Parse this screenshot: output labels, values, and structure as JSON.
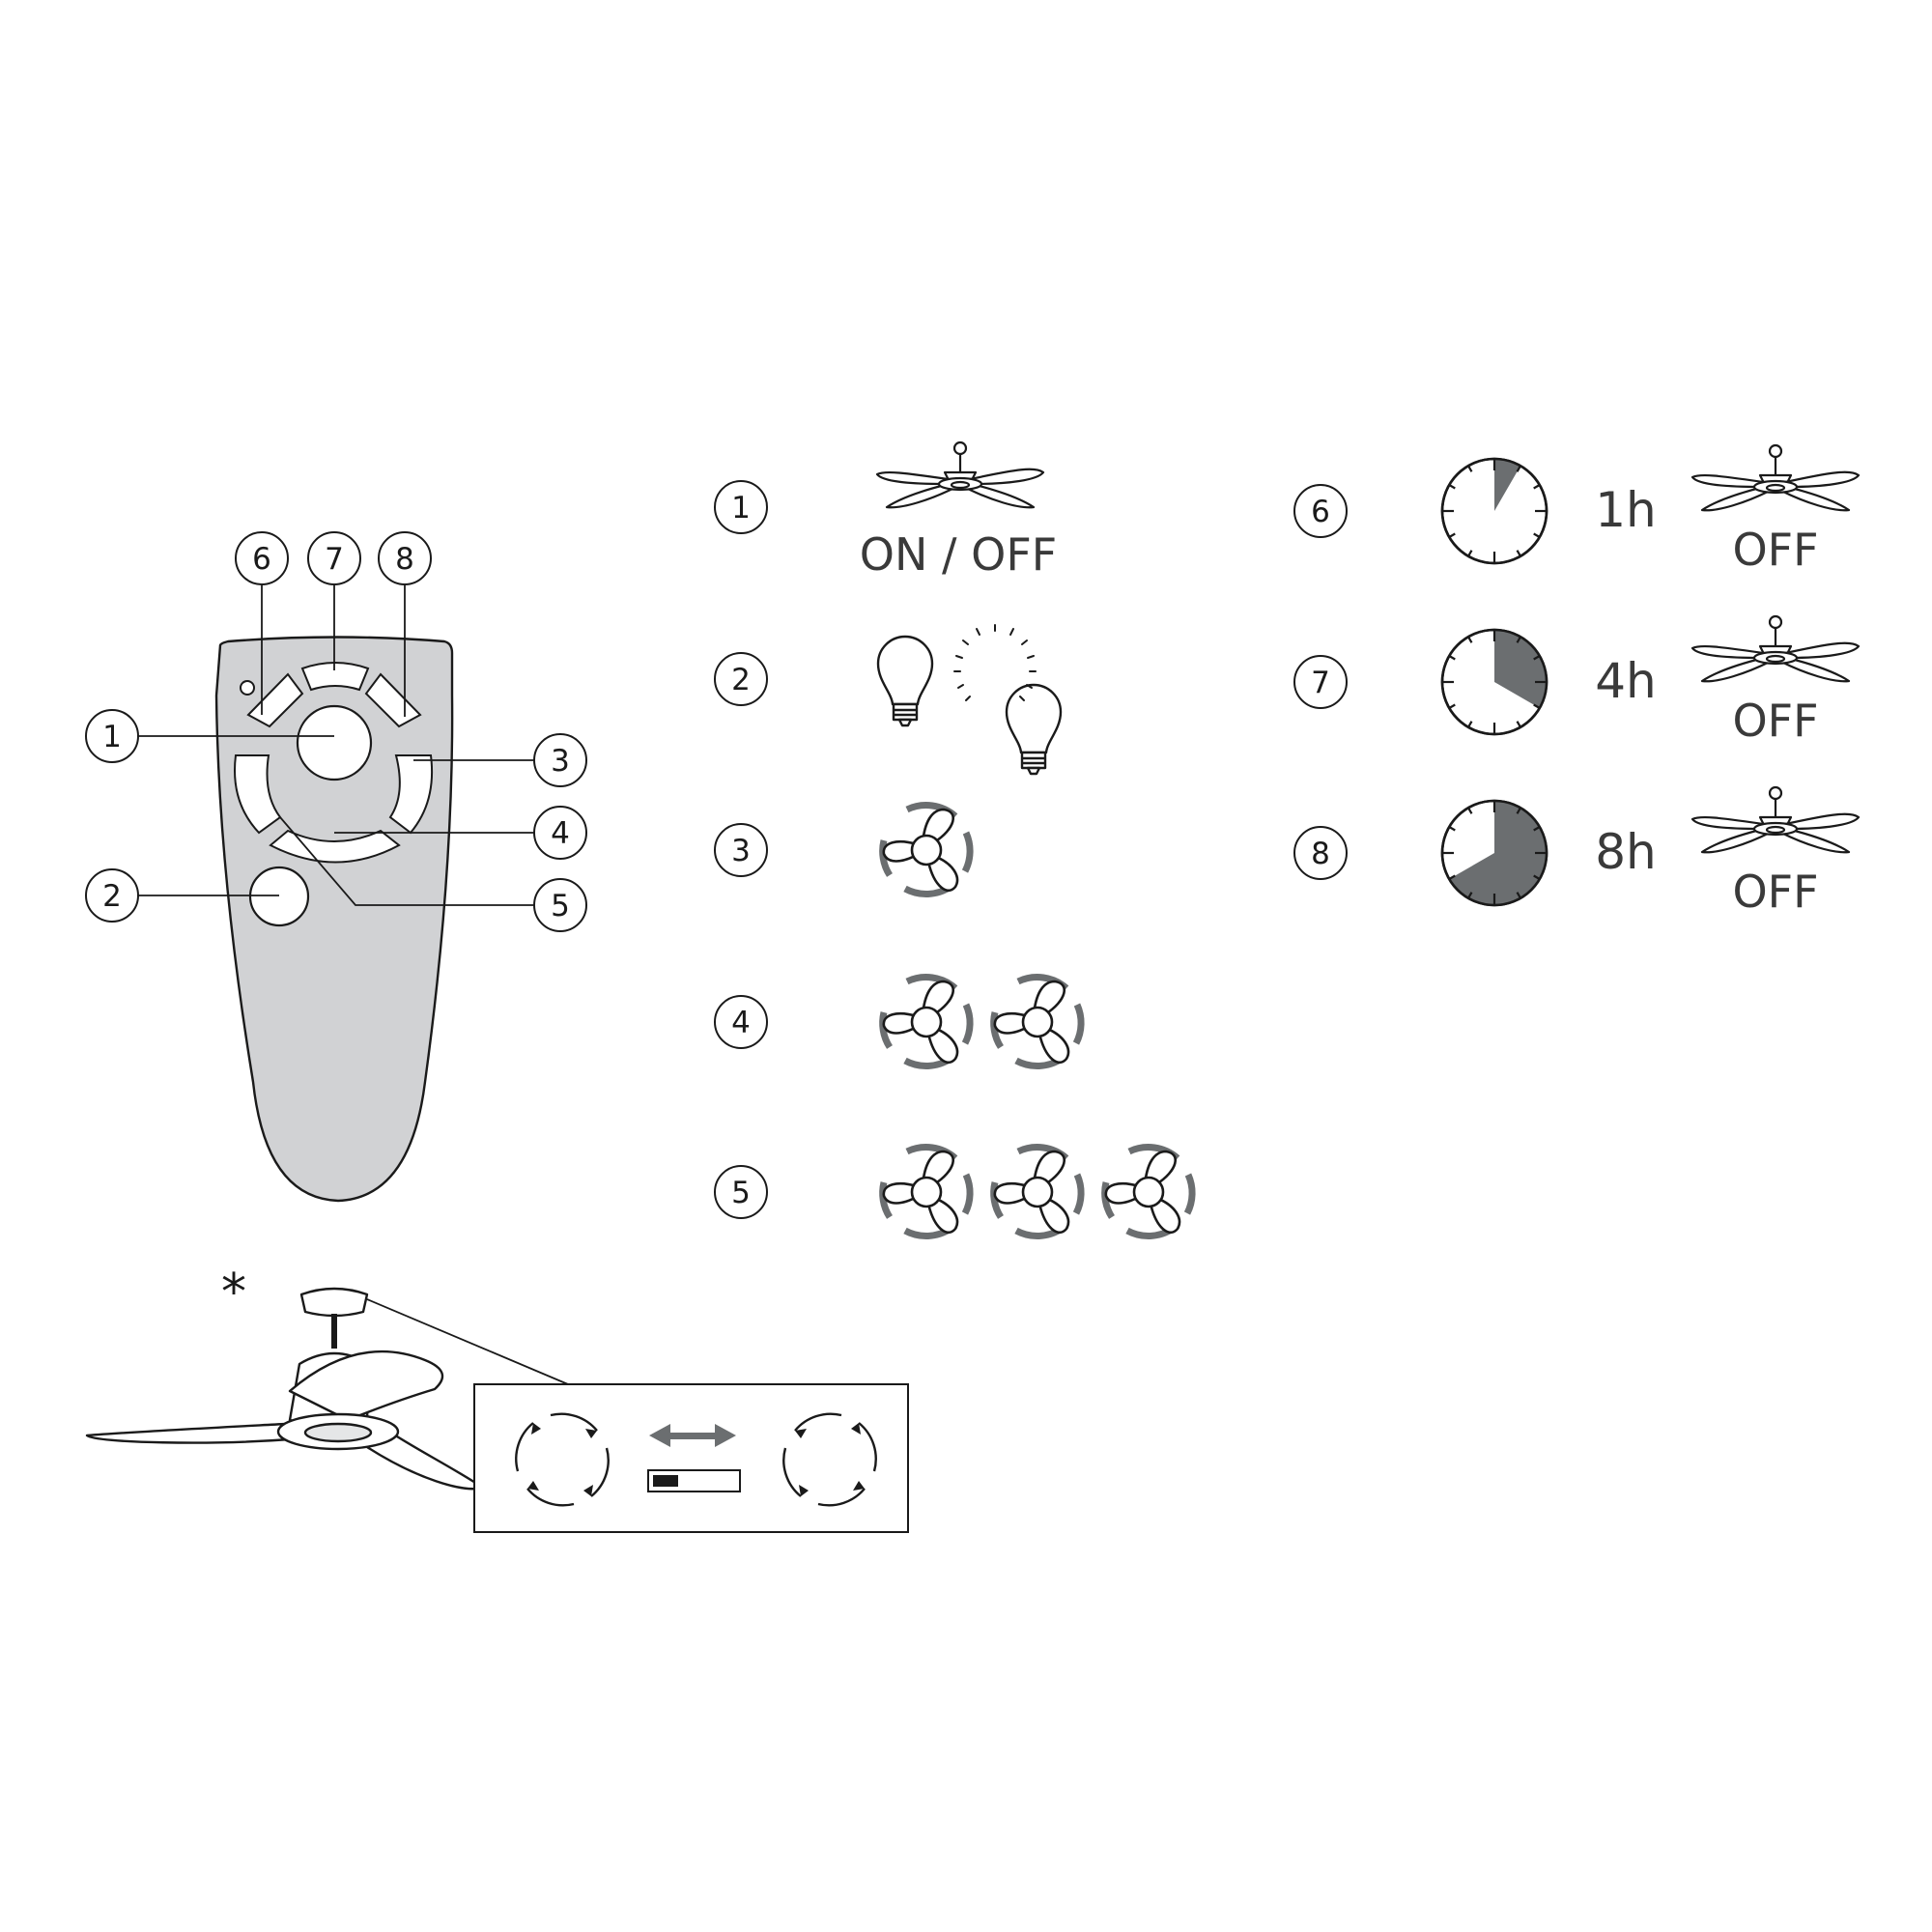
{
  "colors": {
    "line": "#1a1a1a",
    "remote_fill": "#d1d2d4",
    "icon_gray": "#6b6e70",
    "text_gray": "#3a3a3a"
  },
  "remote_callouts": [
    "1",
    "2",
    "3",
    "4",
    "5",
    "6",
    "7",
    "8"
  ],
  "functions": [
    {
      "num": "1",
      "icon": "ceiling-fan-icon",
      "label": "ON / OFF"
    },
    {
      "num": "2",
      "icon": "light-bulb-off-on-icon"
    },
    {
      "num": "3",
      "icon": "fan-speed-icon",
      "speed_level": 1
    },
    {
      "num": "4",
      "icon": "fan-speed-icon",
      "speed_level": 2
    },
    {
      "num": "5",
      "icon": "fan-speed-icon",
      "speed_level": 3
    }
  ],
  "timers": [
    {
      "num": "6",
      "icon": "clock-icon",
      "hours": 1,
      "duration": "1h",
      "label": "OFF"
    },
    {
      "num": "7",
      "icon": "clock-icon",
      "hours": 4,
      "duration": "4h",
      "label": "OFF"
    },
    {
      "num": "8",
      "icon": "clock-icon",
      "hours": 8,
      "duration": "8h",
      "label": "OFF"
    }
  ],
  "footnote": {
    "marker": "*",
    "icons": [
      "ceiling-fan-icon",
      "rotation-direction-icon",
      "double-arrow-icon",
      "switch-icon"
    ]
  }
}
